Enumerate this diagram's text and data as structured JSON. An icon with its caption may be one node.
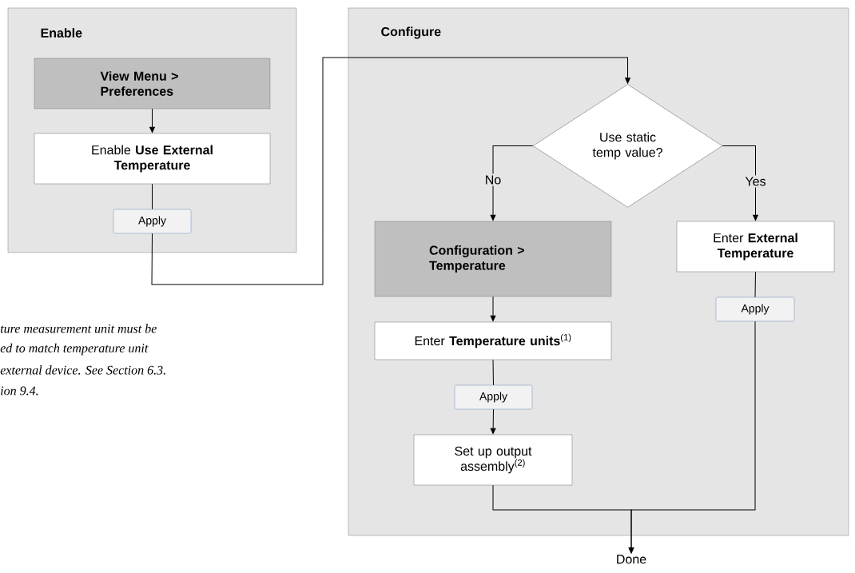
{
  "diagram": {
    "nodes": [
      {
        "text": [
          "Enable"
        ]
      },
      {
        "text": [
          "View Menu > Preferences"
        ],
        "in": 0
      },
      {
        "text": [
          "Enable **Use External Temperature**"
        ],
        "in": 0
      },
      {
        "text": [
          "Apply"
        ],
        "in": 0
      },
      {
        "text": [
          "Configure"
        ]
      },
      {
        "text": [
          "Use static temp value?"
        ],
        "in": 4
      },
      {
        "text": [
          "Configuration > Temperature"
        ],
        "in": 4
      },
      {
        "text": [
          "Enter **Temperature units**$^{(1)}$"
        ],
        "in": 4
      },
      {
        "text": [
          "Apply"
        ],
        "in": 4
      },
      {
        "text": [
          "Set up output assembly$^{(2)}$"
        ],
        "in": 4
      },
      {
        "text": [
          "Enter **External Temperature**"
        ],
        "in": 4
      },
      {
        "text": [
          "Apply"
        ],
        "in": 4
      },
      {
        "text": [
          "Done"
        ]
      }
    ],
    "edges": [
      {
        "from": 1,
        "to": 2,
        "arrow": "to"
      },
      {
        "from": 2,
        "to": 3,
        "arrow": "none"
      },
      {
        "from": 3,
        "to": 5,
        "arrow": "to"
      },
      {
        "from": 5,
        "to": 6,
        "label": "No",
        "arrow": "to"
      },
      {
        "from": 6,
        "to": 7,
        "arrow": "to"
      },
      {
        "from": 7,
        "to": 8,
        "arrow": "none"
      },
      {
        "from": 8,
        "to": 9,
        "arrow": "to"
      },
      {
        "from": 5,
        "to": 10,
        "label": "Yes",
        "arrow": "to"
      },
      {
        "from": 10,
        "to": 11,
        "arrow": "none"
      },
      {
        "from": 9,
        "to": 12,
        "arrow": "to"
      },
      {
        "from": 11,
        "to": 12,
        "arrow": "to"
      }
    ],
    "labels": [
      "ture measurement unit must be",
      "ed to match temperature unit",
      "external device. See Section 6.3.",
      "ion 9.4."
    ]
  }
}
